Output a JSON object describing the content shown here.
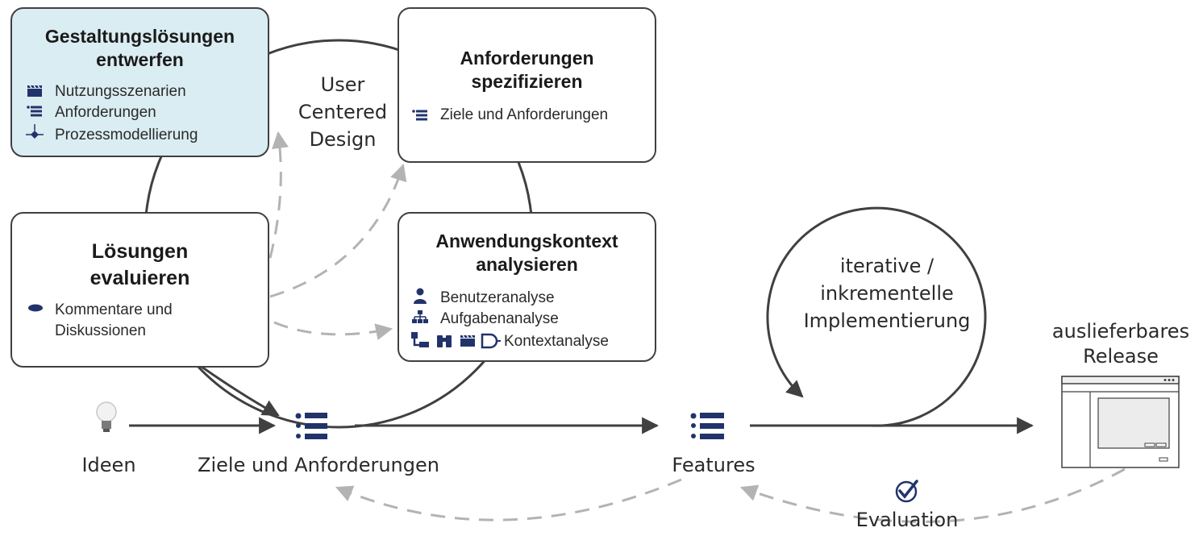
{
  "cycle": {
    "title_lines": [
      "User",
      "Centered",
      "Design"
    ],
    "boxes": {
      "design": {
        "title": [
          "Gestaltungslösungen",
          "entwerfen"
        ],
        "items": [
          {
            "icon": "clapperboard-icon",
            "label": "Nutzungsszenarien"
          },
          {
            "icon": "list-icon",
            "label": "Anforderungen"
          },
          {
            "icon": "process-diagram-icon",
            "label": "Prozessmodellierung"
          }
        ]
      },
      "specify": {
        "title": [
          "Anforderungen",
          "spezifizieren"
        ],
        "items": [
          {
            "icon": "list-icon",
            "label": "Ziele und Anforderungen"
          }
        ]
      },
      "evaluate": {
        "title": [
          "Lösungen",
          "evaluieren"
        ],
        "items": [
          {
            "icon": "comment-icon",
            "label": "Kommentare und"
          },
          {
            "label": "Diskussionen"
          }
        ]
      },
      "analyze": {
        "title": [
          "Anwendungskontext",
          "analysieren"
        ],
        "items": [
          {
            "icon": "user-icon",
            "label": "Benutzeranalyse"
          },
          {
            "icon": "hierarchy-icon",
            "label": "Aufgabenanalyse"
          },
          {
            "icons": [
              "tree-icon",
              "binoculars-icon",
              "clapperboard-icon",
              "flow-icon"
            ],
            "label": "Kontextanalyse"
          }
        ]
      }
    }
  },
  "flow": {
    "ideas": {
      "icon": "lightbulb-icon",
      "label": "Ideen"
    },
    "goals": {
      "icon": "list-icon",
      "label": "Ziele und Anforderungen"
    },
    "features": {
      "icon": "list-icon",
      "label": "Features"
    },
    "implementation_lines": [
      "iterative /",
      "inkrementelle",
      "Implementierung"
    ],
    "release": {
      "icon": "application-window-icon",
      "lines": [
        "auslieferbares",
        "Release"
      ]
    },
    "evaluation": {
      "icon": "check-circle-icon",
      "label": "Evaluation"
    }
  },
  "colors": {
    "line": "#404040",
    "dashed": "#b3b3b3",
    "icon": "#22336b",
    "highlight_fill": "#daedf2"
  }
}
